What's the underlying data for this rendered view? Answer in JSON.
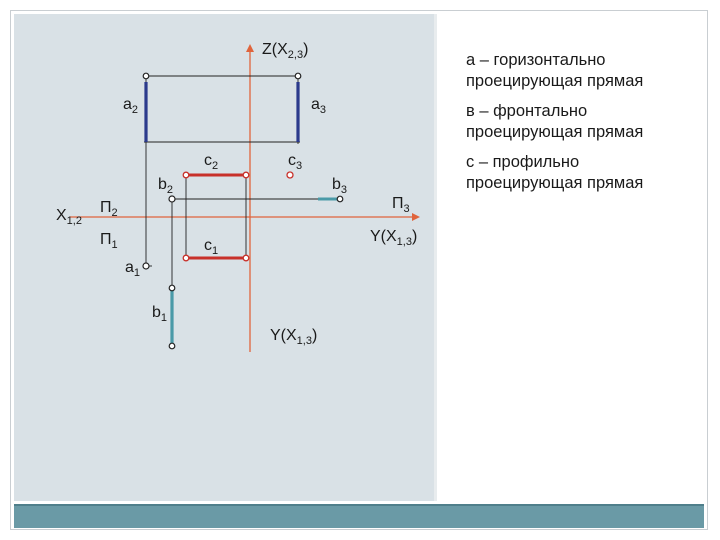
{
  "axes": {
    "z_axis": "Z(X",
    "z_sub": "2,3",
    "z_close": ")",
    "y_axis_right": "Y(X",
    "y_axis_right_sub": "1,3",
    "y_axis_right_close": ")",
    "y_axis_bottom": "Y(X",
    "y_axis_bottom_sub": "1,3",
    "y_axis_bottom_close": ")",
    "x_axis": "X",
    "x_sub": "1,2"
  },
  "planes": {
    "p2": "П",
    "p2_sub": "2",
    "p1": "П",
    "p1_sub": "1",
    "p3": "П",
    "p3_sub": "3"
  },
  "points": {
    "a2": "a",
    "a2_sub": "2",
    "a3": "a",
    "a3_sub": "3",
    "a1": "a",
    "a1_sub": "1",
    "b2": "b",
    "b2_sub": "2",
    "b3": "b",
    "b3_sub": "3",
    "b1": "b",
    "b1_sub": "1",
    "c2": "c",
    "c2_sub": "2",
    "c3": "c",
    "c3_sub": "3",
    "c1": "c",
    "c1_sub": "1"
  },
  "legend": [
    {
      "line1": "а – горизонтально",
      "line2": "проецирующая прямая"
    },
    {
      "line1": "в – фронтально",
      "line2": "проецирующая прямая"
    },
    {
      "line1": "с – профильно",
      "line2": "проецирующая прямая"
    }
  ],
  "colors": {
    "panel": "#d9e1e6",
    "axis": "#e0643c",
    "line_a": "#2b3a8c",
    "line_b": "#4a9aa8",
    "line_c": "#c8302a",
    "bar": "#6a9aa6"
  }
}
